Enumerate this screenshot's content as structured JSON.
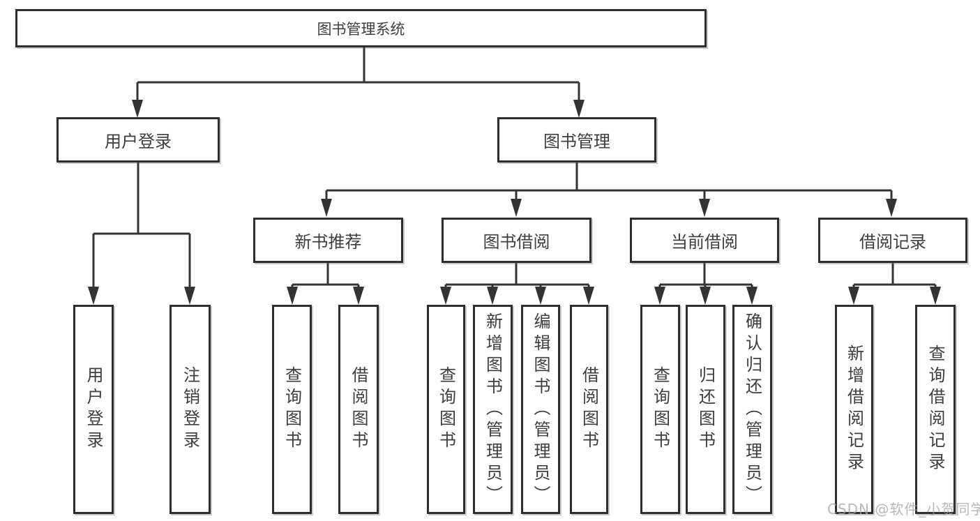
{
  "diagram": {
    "title": "图书管理系统",
    "root": {
      "label": "图书管理系统"
    },
    "level2": [
      {
        "label": "用户登录"
      },
      {
        "label": "图书管理"
      }
    ],
    "level3": [
      {
        "label": "新书推荐"
      },
      {
        "label": "图书借阅"
      },
      {
        "label": "当前借阅"
      },
      {
        "label": "借阅记录"
      }
    ],
    "leaves": [
      {
        "label": "用户登录",
        "parent": "用户登录"
      },
      {
        "label": "注销登录",
        "parent": "用户登录"
      },
      {
        "label": "查询图书",
        "parent": "新书推荐"
      },
      {
        "label": "借阅图书",
        "parent": "新书推荐"
      },
      {
        "label": "查询图书",
        "parent": "图书借阅"
      },
      {
        "label": "新增图书（管理员）",
        "parent": "图书借阅"
      },
      {
        "label": "编辑图书（管理员）",
        "parent": "图书借阅"
      },
      {
        "label": "借阅图书",
        "parent": "图书借阅"
      },
      {
        "label": "查询图书",
        "parent": "当前借阅"
      },
      {
        "label": "归还图书",
        "parent": "当前借阅"
      },
      {
        "label": "确认归还（管理员）",
        "parent": "当前借阅"
      },
      {
        "label": "新增借阅记录",
        "parent": "借阅记录"
      },
      {
        "label": "查询借阅记录",
        "parent": "借阅记录"
      }
    ],
    "watermark": "CSDN @软件_小贺同学",
    "colors": {
      "line": "#333333",
      "border": "#2e2e2e",
      "text": "#3d3d3d",
      "background": "#ffffff",
      "watermark": "#a8a8a8"
    }
  }
}
